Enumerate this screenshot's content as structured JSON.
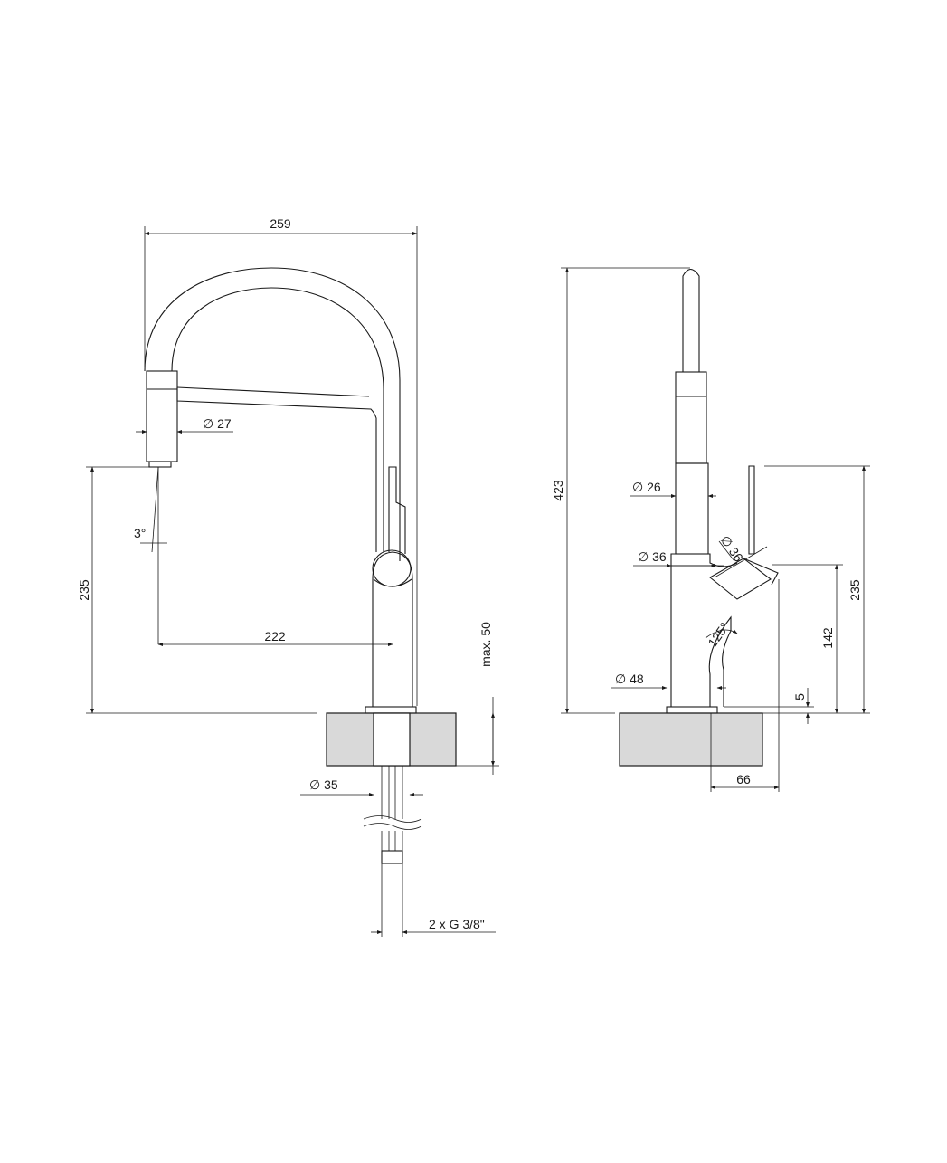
{
  "dimensions": {
    "front": {
      "total_width": "259",
      "spray_head_diameter": "∅ 27",
      "spray_angle": "3°",
      "outlet_height": "235",
      "outlet_reach": "222",
      "max_counter_thickness": "max. 50",
      "mount_diameter": "∅ 35",
      "connections": "2 x G 3/8\""
    },
    "side": {
      "total_height": "423",
      "hose_diameter": "∅ 26",
      "body_diameter": "∅ 36",
      "base_diameter": "∅ 48",
      "handle_diameter": "∅ 36",
      "handle_angle": "125°",
      "handle_height": "142",
      "lever_height": "235",
      "base_offset": "5",
      "projection": "66"
    }
  },
  "colors": {
    "line": "#1a1a1a",
    "counter_fill": "#d9d9d9",
    "background": "#ffffff"
  }
}
